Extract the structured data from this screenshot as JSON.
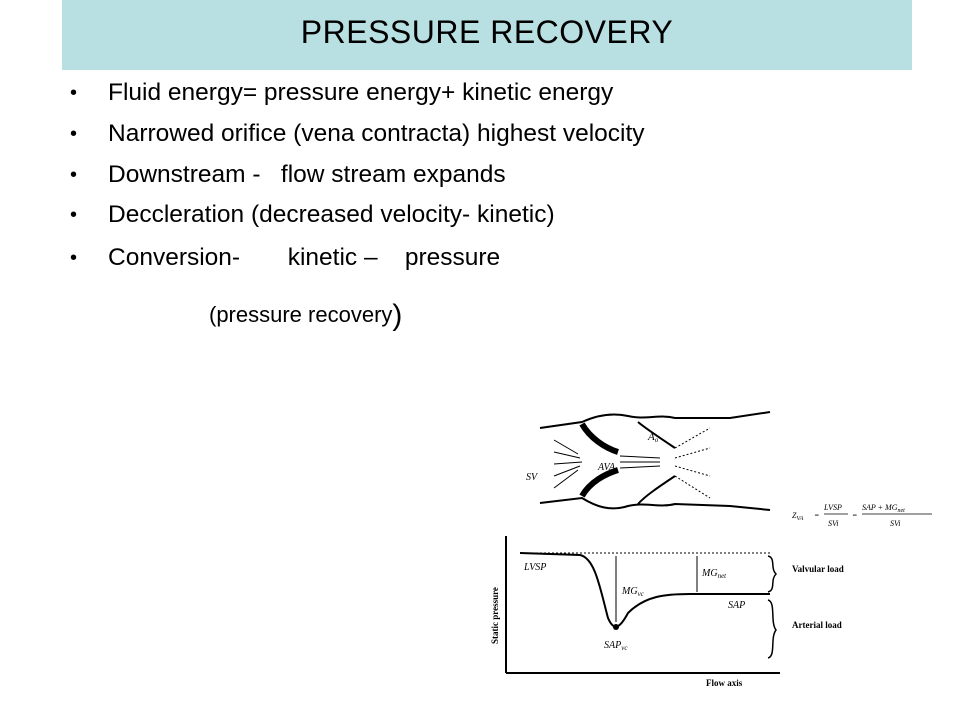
{
  "title": "PRESSURE RECOVERY",
  "bullets": [
    "Fluid energy= pressure energy+ kinetic energy",
    "Narrowed orifice (vena contracta) highest velocity",
    "Downstream -   flow stream expands",
    "Deccleration (decreased velocity- kinetic)",
    "Conversion-       kinetic –    pressure"
  ],
  "bullet_symbol": "•",
  "sub_line": {
    "text": "(pressure recovery",
    "close": ")"
  },
  "figure": {
    "labels": {
      "ao": "A",
      "ao_sub": "o",
      "ava": "AVA",
      "sv": "SV",
      "lvsp": "LVSP",
      "mg_net": "MG",
      "mg_net_sub": "net",
      "mg_vc": "MG",
      "mg_vc_sub": "vc",
      "sap": "SAP",
      "sap_vc": "SAP",
      "sap_vc_sub": "vc",
      "valvular_load": "Valvular load",
      "arterial_load": "Arterial load",
      "y_axis": "Static pressure",
      "x_axis": "Flow axis"
    },
    "formula": {
      "lhs": "Z",
      "lhs_sub": "VA",
      "frac1_num": "LVSP",
      "frac1_den": "SVi",
      "frac2_num": "SAP + MG",
      "frac2_num_sub": "net",
      "frac2_den": "SVi"
    }
  },
  "colors": {
    "title_bg": "#b8dfe1",
    "line": "#000000"
  }
}
